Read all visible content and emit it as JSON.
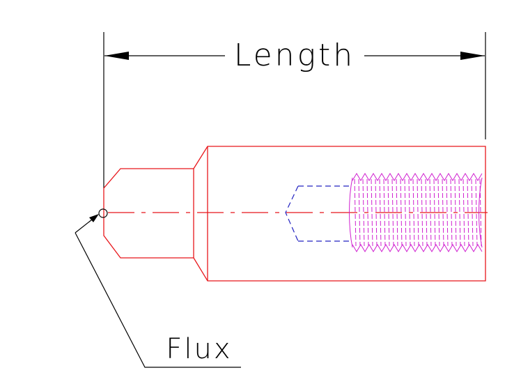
{
  "drawing": {
    "dimension_label": "Length",
    "callout_label": "Flux"
  },
  "colors": {
    "background": "#ffffff",
    "dimension": "#000000",
    "part_outline": "#e8161b",
    "hidden_line": "#2020c0",
    "thread": "#d020d0"
  },
  "icons": {
    "arrowhead": "filled-triangle",
    "leader_arrow": "filled-triangle"
  }
}
